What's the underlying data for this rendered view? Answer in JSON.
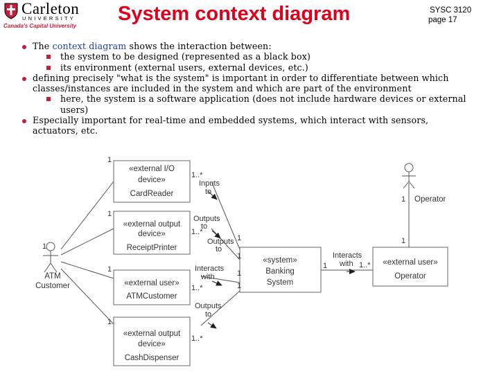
{
  "logo": {
    "name": "Carleton",
    "university": "UNIVERSITY",
    "tagline": "Canada's Capital University"
  },
  "title": "System context diagram",
  "course": {
    "code": "SYSC 3120",
    "page": "page 17"
  },
  "bullets": {
    "b1": {
      "prefix": "The ",
      "highlight": "context diagram",
      "suffix": " shows the interaction between:",
      "sub": [
        "the system to be designed (represented as a black box)",
        "its environment (external users, external devices, etc.)"
      ]
    },
    "b2": {
      "text": "defining precisely \"what is the system\" is important in order to differentiate between which classes/instances are included in the system and which are part of the environment",
      "sub": [
        "here, the system is a software application (does not include hardware devices or external users)"
      ]
    },
    "b3": {
      "text": "Especially important for real-time and embedded systems, which interact with sensors, actuators, etc."
    }
  },
  "diagram": {
    "boxes": {
      "cardreader": [
        "«external I/O",
        "device»",
        "CardReader"
      ],
      "printer": [
        "«external output",
        "device»",
        "ReceiptPrinter"
      ],
      "atmcustomer": [
        "«external user»",
        "ATMCustomer"
      ],
      "dispenser": [
        "«external output",
        "device»",
        "CashDispenser"
      ],
      "system": [
        "«system»",
        "Banking",
        "System"
      ],
      "operator": [
        "«external user»",
        "Operator"
      ]
    },
    "actors": {
      "atm": [
        "ATM",
        "Customer"
      ],
      "operator": "Operator"
    },
    "labels": {
      "one": "1",
      "many": "1..*",
      "inputs_to": [
        "Inputs",
        "to"
      ],
      "outputs_to": [
        "Outputs",
        "to"
      ],
      "interacts_with": [
        "Interacts",
        "with"
      ]
    }
  }
}
